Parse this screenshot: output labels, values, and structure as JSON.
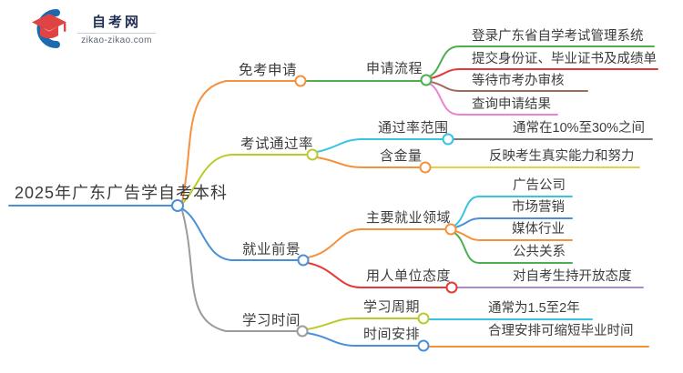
{
  "logo": {
    "site_name": "自考网",
    "site_url": "zikao-zikao.com"
  },
  "palette": {
    "orange": "#f5923e",
    "yellow_green": "#bdca2b",
    "blue": "#4a90d9",
    "gray": "#9b9b9b",
    "green": "#4caf50",
    "red": "#e53935",
    "brown": "#a26a5f",
    "pink": "#ee82d2",
    "cyan": "#35c5e1",
    "yellow": "#e3d24b",
    "purple": "#a78bd0",
    "dark_gray": "#7a7a7a",
    "logo_blue": "#1a6aad",
    "logo_red": "#e04343"
  },
  "mindmap": {
    "root": "2025年广东广告学自考本科",
    "branches": [
      {
        "label": "免考申请",
        "children": [
          {
            "label": "申请流程",
            "children": [
              {
                "label": "登录广东省自学考试管理系统"
              },
              {
                "label": "提交身份证、毕业证书及成绩单"
              },
              {
                "label": "等待市考办审核"
              },
              {
                "label": "查询申请结果"
              }
            ]
          }
        ]
      },
      {
        "label": "考试通过率",
        "children": [
          {
            "label": "通过率范围",
            "children": [
              {
                "label": "通常在10%至30%之间"
              }
            ]
          },
          {
            "label": "含金量",
            "children": [
              {
                "label": "反映考生真实能力和努力"
              }
            ]
          }
        ]
      },
      {
        "label": "就业前景",
        "children": [
          {
            "label": "主要就业领域",
            "children": [
              {
                "label": "广告公司"
              },
              {
                "label": "市场营销"
              },
              {
                "label": "媒体行业"
              },
              {
                "label": "公共关系"
              }
            ]
          },
          {
            "label": "用人单位态度",
            "children": [
              {
                "label": "对自考生持开放态度"
              }
            ]
          }
        ]
      },
      {
        "label": "学习时间",
        "children": [
          {
            "label": "学习周期",
            "children": [
              {
                "label": "通常为1.5至2年"
              }
            ]
          },
          {
            "label": "时间安排",
            "children": [
              {
                "label": "合理安排可缩短毕业时间"
              }
            ]
          }
        ]
      }
    ]
  }
}
